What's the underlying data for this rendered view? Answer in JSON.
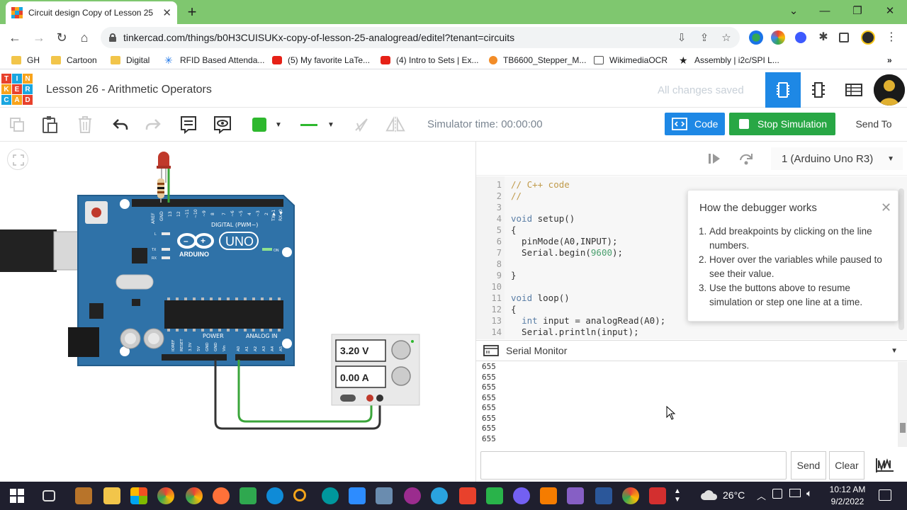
{
  "browser": {
    "tab_title": "Circuit design Copy of Lesson 25",
    "url": "tinkercad.com/things/b0H3CUISUKx-copy-of-lesson-25-analogread/editel?tenant=circuits",
    "bookmarks": [
      "GH",
      "Cartoon",
      "Digital",
      "RFID Based Attenda...",
      "(5) My favorite LaTe...",
      "(4) Intro to Sets | Ex...",
      "TB6600_Stepper_M...",
      "WikimediaOCR",
      "Assembly | i2c/SPI L..."
    ],
    "more_bookmarks": "»"
  },
  "app": {
    "logo_letters": [
      "T",
      "I",
      "N",
      "K",
      "E",
      "R",
      "C",
      "A",
      "D"
    ],
    "doc_title": "Lesson 26 - Arithmetic Operators",
    "save_status": "All changes saved"
  },
  "toolbar": {
    "simulator_time": "Simulator time: 00:00:00",
    "code_label": "Code",
    "stop_label": "Stop Simulation",
    "send_to_label": "Send To",
    "fill_color": "#2eb82e"
  },
  "circuit": {
    "board_brand": "ARDUINO",
    "board_model": "UNO",
    "digital_label": "DIGITAL (PWM~)",
    "power_label": "POWER",
    "analog_label": "ANALOG IN",
    "on_label": "ON",
    "supply_voltage": "3.20 V",
    "supply_current": "0.00 A"
  },
  "code_panel": {
    "device": "1 (Arduino Uno R3)",
    "lines": [
      {
        "n": "1",
        "html": "<span class='cm'>// C++ code</span>"
      },
      {
        "n": "2",
        "html": "<span class='cm'>//</span>"
      },
      {
        "n": "3",
        "html": ""
      },
      {
        "n": "4",
        "html": "<span class='kw'>void</span> setup()"
      },
      {
        "n": "5",
        "html": "{"
      },
      {
        "n": "6",
        "html": "  pinMode(A0,INPUT);"
      },
      {
        "n": "7",
        "html": "  Serial.begin(<span class='num'>9600</span>);"
      },
      {
        "n": "8",
        "html": ""
      },
      {
        "n": "9",
        "html": "}"
      },
      {
        "n": "10",
        "html": ""
      },
      {
        "n": "11",
        "html": "<span class='kw'>void</span> loop()"
      },
      {
        "n": "12",
        "html": "{"
      },
      {
        "n": "13",
        "html": "  <span class='kw'>int</span> input = analogRead(A0);"
      },
      {
        "n": "14",
        "html": "  Serial.println(input);"
      }
    ],
    "debugger": {
      "title": "How the debugger works",
      "steps": [
        "Add breakpoints by clicking on the line numbers.",
        "Hover over the variables while paused to see their value.",
        "Use the buttons above to resume simulation or step one line at a time."
      ]
    },
    "serial": {
      "title": "Serial Monitor",
      "output": [
        "655",
        "655",
        "655",
        "655",
        "655",
        "655",
        "655",
        "655"
      ],
      "send_label": "Send",
      "clear_label": "Clear"
    }
  },
  "taskbar": {
    "temperature": "26°C",
    "time": "10:12 AM",
    "date": "9/2/2022"
  }
}
